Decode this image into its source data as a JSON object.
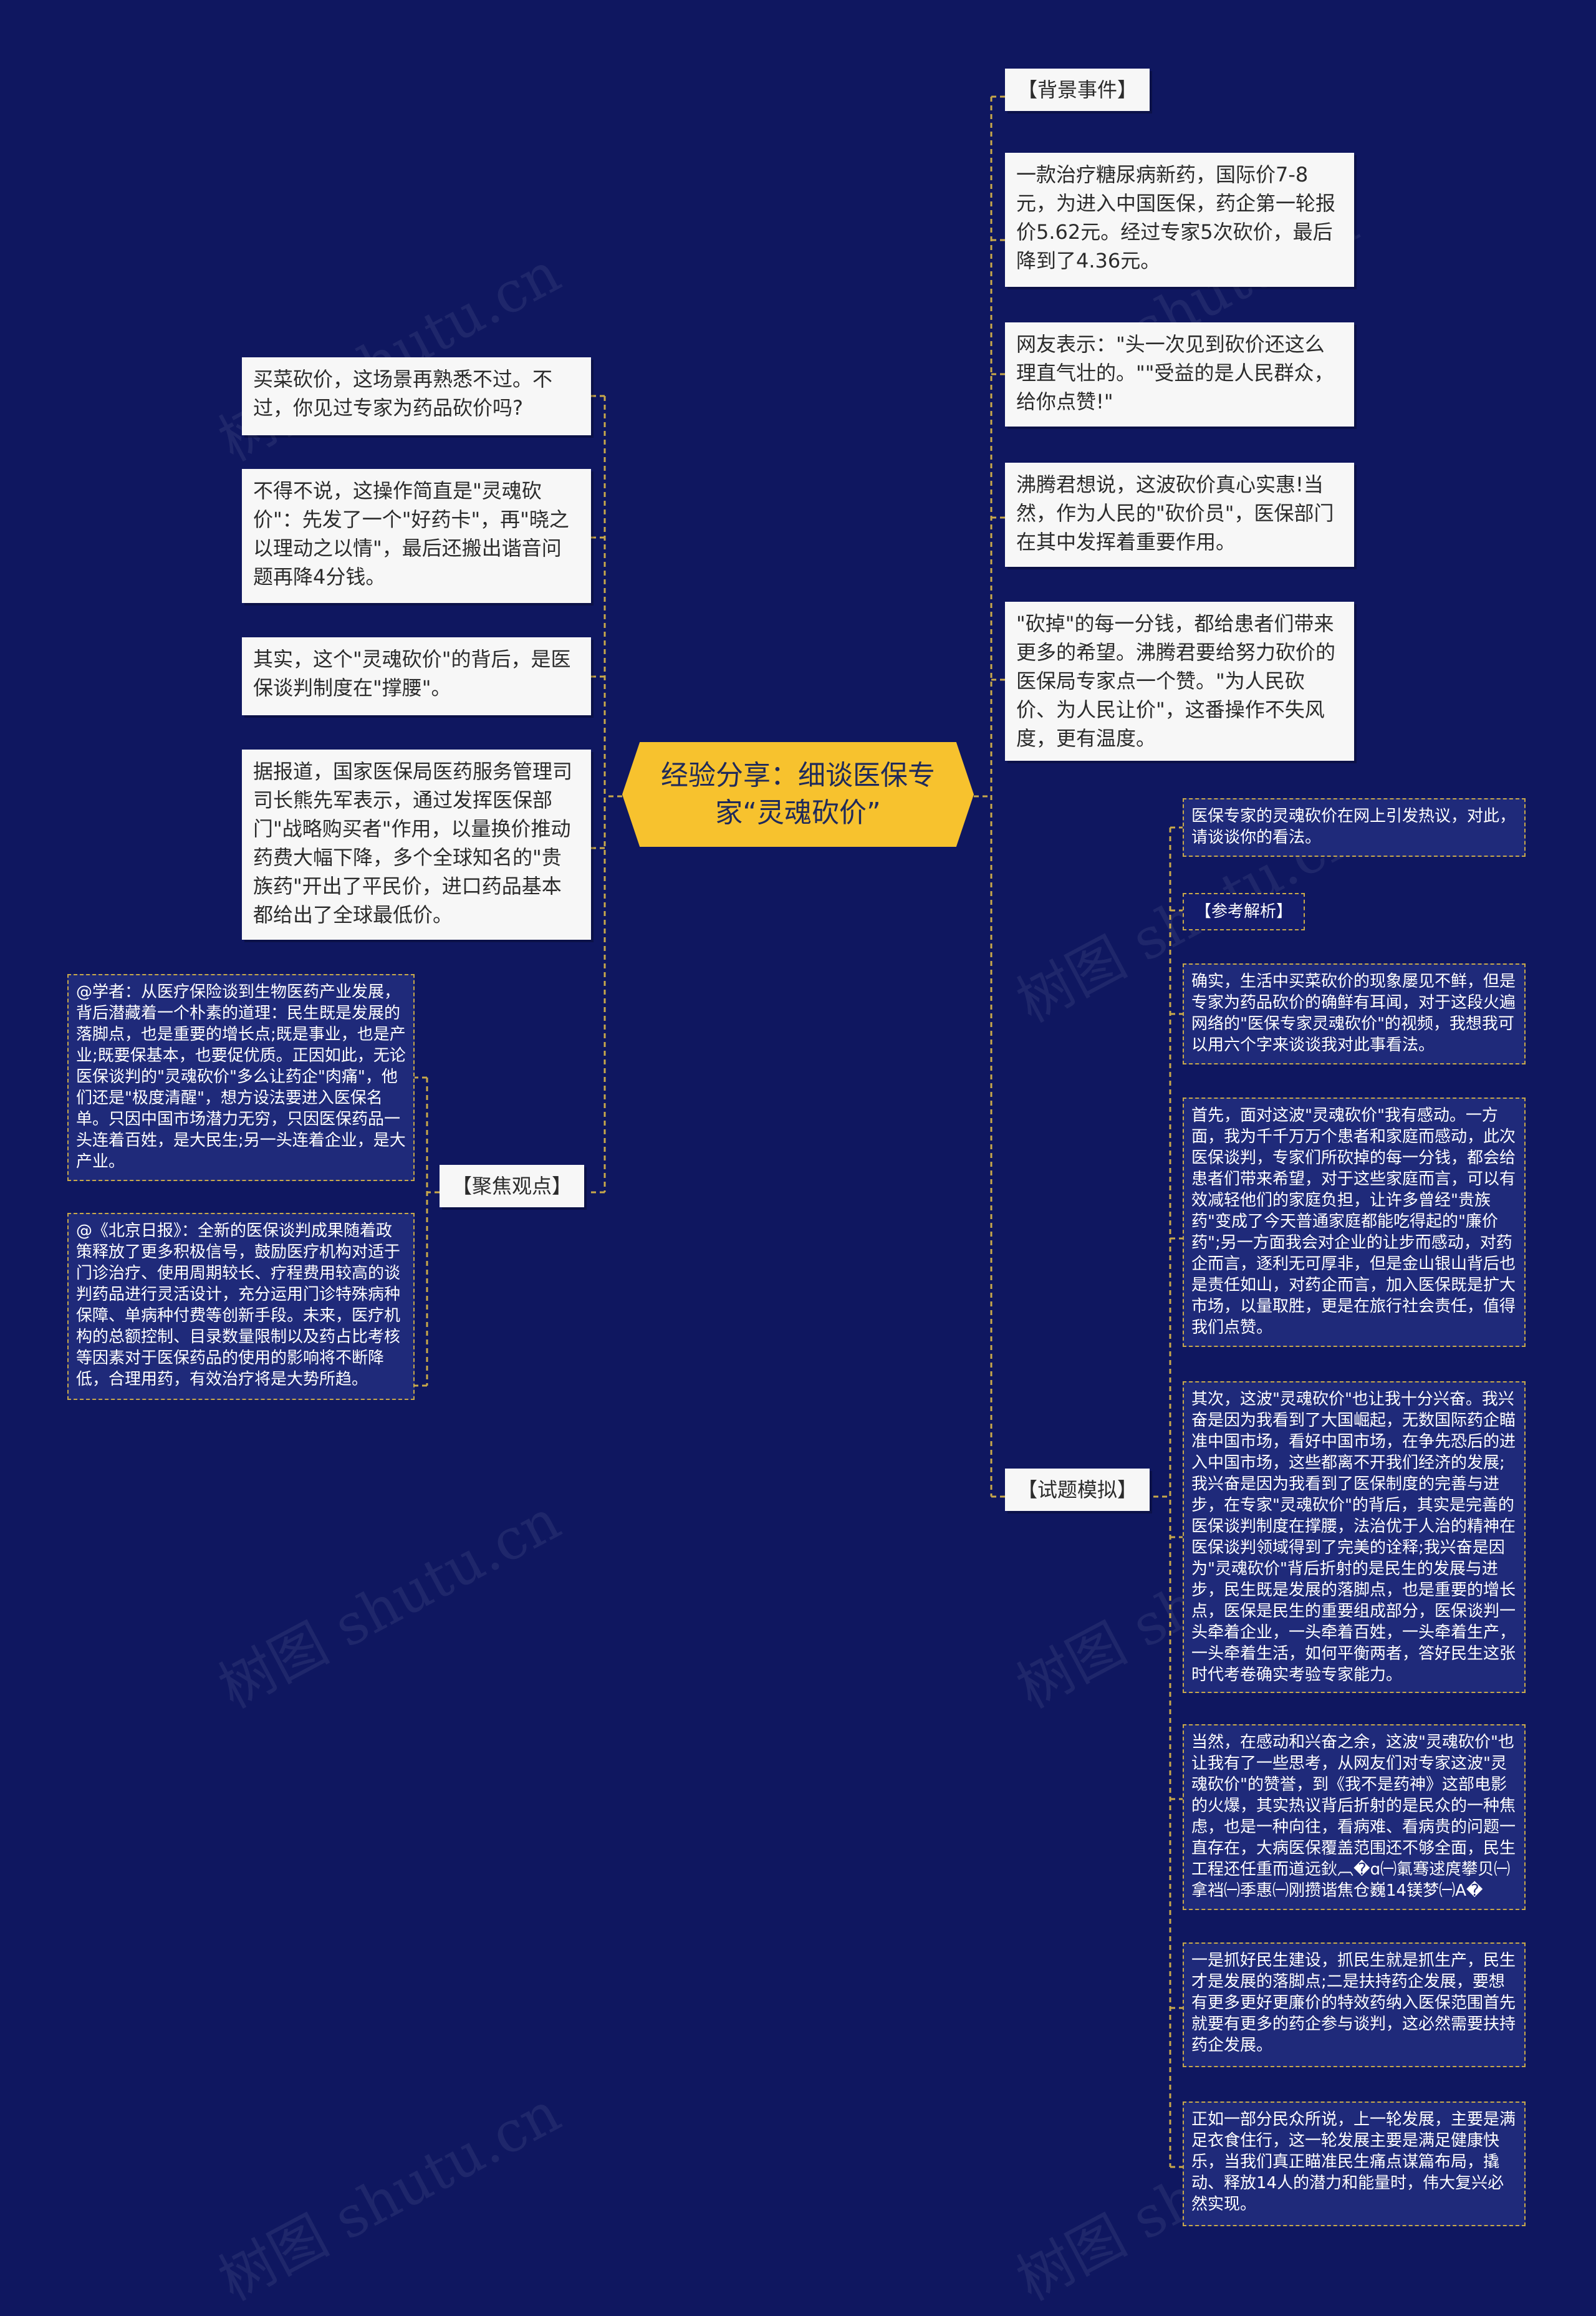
{
  "watermark": "树图 shutu.cn",
  "center": {
    "title": "经验分享：细谈医保专家“灵魂砍价”"
  },
  "right": {
    "background": {
      "label": "【背景事件】",
      "items": [
        "一款治疗糖尿病新药，国际价7-8元，为进入中国医保，药企第一轮报价5.62元。经过专家5次砍价，最后降到了4.36元。",
        "网友表示：\"头一次见到砍价还这么理直气壮的。\"\"受益的是人民群众，给你点赞!\"",
        "沸腾君想说，这波砍价真心实惠!当然，作为人民的\"砍价员\"，医保部门在其中发挥着重要作用。",
        "\"砍掉\"的每一分钱，都给患者们带来更多的希望。沸腾君要给努力砍价的医保局专家点一个赞。\"为人民砍价、为人民让价\"，这番操作不失风度，更有温度。"
      ]
    },
    "exam": {
      "label": "【试题模拟】",
      "question": "医保专家的灵魂砍价在网上引发热议，对此，请谈谈你的看法。",
      "analysis_label": "【参考解析】",
      "paragraphs": [
        "确实，生活中买菜砍价的现象屡见不鲜，但是专家为药品砍价的确鲜有耳闻，对于这段火遍网络的\"医保专家灵魂砍价\"的视频，我想我可以用六个字来谈谈我对此事看法。",
        "首先，面对这波\"灵魂砍价\"我有感动。一方面，我为千千万万个患者和家庭而感动，此次医保谈判，专家们所砍掉的每一分钱，都会给患者们带来希望，对于这些家庭而言，可以有效减轻他们的家庭负担，让许多曾经\"贵族药\"变成了今天普通家庭都能吃得起的\"廉价药\";另一方面我会对企业的让步而感动，对药企而言，逐利无可厚非，但是金山银山背后也是责任如山，对药企而言，加入医保既是扩大市场，以量取胜，更是在旅行社会责任，值得我们点赞。",
        "其次，这波\"灵魂砍价\"也让我十分兴奋。我兴奋是因为我看到了大国崛起，无数国际药企瞄准中国市场，看好中国市场，在争先恐后的进入中国市场，这些都离不开我们经济的发展;我兴奋是因为我看到了医保制度的完善与进步，在专家\"灵魂砍价\"的背后，其实是完善的医保谈判制度在撑腰，法治优于人治的精神在医保谈判领域得到了完美的诠释;我兴奋是因为\"灵魂砍价\"背后折射的是民生的发展与进步，民生既是发展的落脚点，也是重要的增长点，医保是民生的重要组成部分，医保谈判一头牵着企业，一头牵着百姓，一头牵着生产，一头牵着生活，如何平衡两者，答好民生这张时代考卷确实考验专家能力。",
        "当然，在感动和兴奋之余，这波\"灵魂砍价\"也让我有了一些思考，从网友们对专家这波\"灵魂砍价\"的赞誉，到《我不是药神》这部电影的火爆，其实热议背后折射的是民众的一种焦虑，也是一种向往，看病难、看病贵的问题一直存在，大病医保覆盖范围还不够全面，民生工程还任重而道远鈥︹�ɑ㈠氭骞逑庹攀贝㈠拿裆㈠季惠㈠刚攒谐焦仓巍14镁梦㈠A�",
        "一是抓好民生建设，抓民生就是抓生产，民生才是发展的落脚点;二是扶持药企发展，要想有更多更好更廉价的特效药纳入医保范围首先就要有更多的药企参与谈判，这必然需要扶持药企发展。",
        "正如一部分民众所说，上一轮发展，主要是满足衣食住行，这一轮发展主要是满足健康快乐，当我们真正瞄准民生痛点谋篇布局，撬动、释放14人的潜力和能量时，伟大复兴必然实现。"
      ]
    }
  },
  "left": {
    "items": [
      "买菜砍价，这场景再熟悉不过。不过，你见过专家为药品砍价吗?",
      "不得不说，这操作简直是\"灵魂砍价\"：先发了一个\"好药卡\"，再\"晓之以理动之以情\"，最后还搬出谐音问题再降4分钱。",
      "其实，这个\"灵魂砍价\"的背后，是医保谈判制度在\"撑腰\"。",
      "据报道，国家医保局医药服务管理司司长熊先军表示，通过发挥医保部门\"战略购买者\"作用，以量换价推动药费大幅下降，多个全球知名的\"贵族药\"开出了平民价，进口药品基本都给出了全球最低价。"
    ],
    "focus": {
      "label": "【聚焦观点】",
      "items": [
        "@学者：从医疗保险谈到生物医药产业发展，背后潜藏着一个朴素的道理：民生既是发展的落脚点，也是重要的增长点;既是事业，也是产业;既要保基本，也要促优质。正因如此，无论医保谈判的\"灵魂砍价\"多么让药企\"肉痛\"，他们还是\"极度清醒\"，想方设法要进入医保名单。只因中国市场潜力无穷，只因医保药品一头连着百姓，是大民生;另一头连着企业，是大产业。",
        "@《北京日报》：全新的医保谈判成果随着政策释放了更多积极信号，鼓励医疗机构对适于门诊治疗、使用周期较长、疗程费用较高的谈判药品进行灵活设计，充分运用门诊特殊病种保障、单病种付费等创新手段。未来，医疗机构的总额控制、目录数量限制以及药占比考核等因素对于医保药品的使用的影响将不断降低，合理用药，有效治疗将是大势所趋。"
      ]
    }
  },
  "colors": {
    "background": "#0f1760",
    "center_fill": "#f7c22e",
    "connector": "#c9a94a",
    "dark_node": "#1f2a7a"
  }
}
